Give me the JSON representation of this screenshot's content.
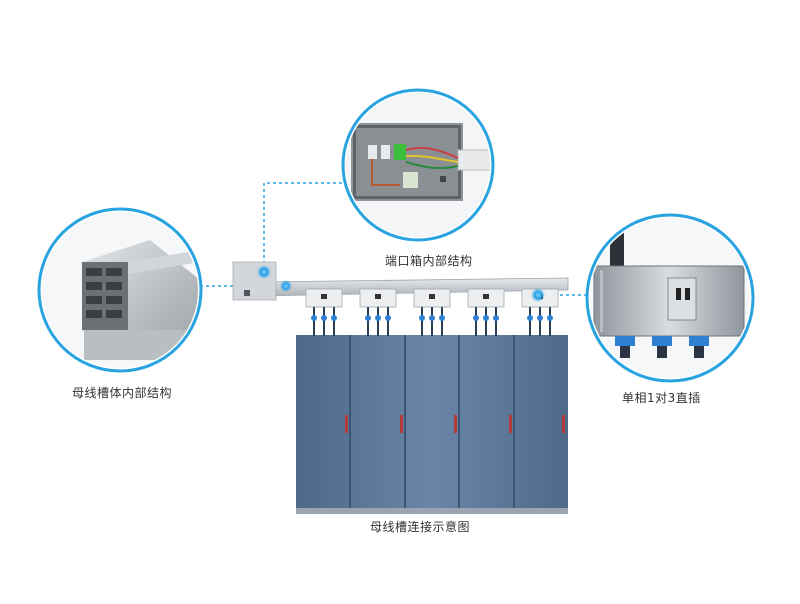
{
  "labels": {
    "port_box_internal": "端口箱内部结构",
    "busway_internal": "母线槽体内部结构",
    "single_phase_plug": "单相1对3直插",
    "busway_connection_diagram": "母线槽连接示意图"
  },
  "colors": {
    "accent_blue": "#29a3e0",
    "cabinet_blue": "#5c7898",
    "trunk_grey": "#c9ced4",
    "port_box_grey": "#d3d7dc"
  },
  "icons": {
    "plug_connector": "plug-icon",
    "tap_box": "tap-box-icon",
    "breaker": "breaker-icon",
    "cabinet_handle": "handle-icon"
  }
}
